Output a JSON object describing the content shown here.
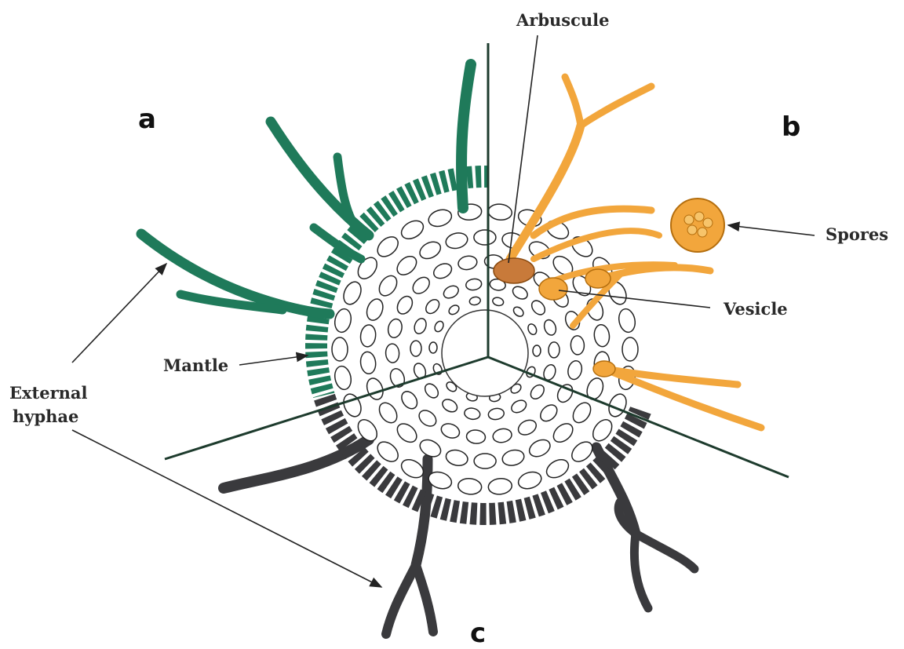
{
  "panels": {
    "a": "a",
    "b": "b",
    "c": "c"
  },
  "labels": {
    "arbuscule": "Arbuscule",
    "spores": "Spores",
    "vesicle": "Vesicle",
    "mantle": "Mantle",
    "external_line1": "External",
    "external_line2": "hyphae"
  },
  "colors": {
    "green_hyphae": "#1f7a5a",
    "orange_hyphae": "#f2a63c",
    "dark_hyphae": "#3a3a3d",
    "cell_outline": "#222222",
    "arbuscule": "#b5651d"
  }
}
